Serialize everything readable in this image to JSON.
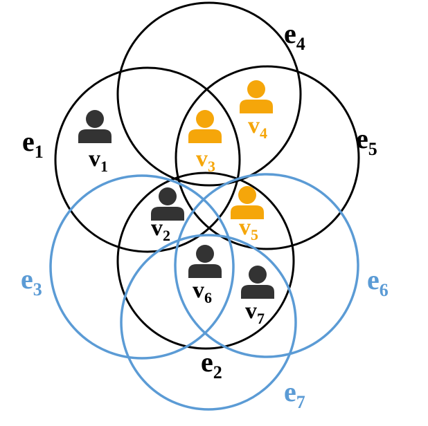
{
  "colors": {
    "black": "#000000",
    "blue": "#5b9bd5",
    "user_dark": "#333333",
    "user_orange": "#f5a60a"
  },
  "hyperedges": [
    {
      "id": "e1",
      "name": "e",
      "sub": "1",
      "color": "black"
    },
    {
      "id": "e2",
      "name": "e",
      "sub": "2",
      "color": "black"
    },
    {
      "id": "e3",
      "name": "e",
      "sub": "3",
      "color": "blue"
    },
    {
      "id": "e4",
      "name": "e",
      "sub": "4",
      "color": "black"
    },
    {
      "id": "e5",
      "name": "e",
      "sub": "5",
      "color": "black"
    },
    {
      "id": "e6",
      "name": "e",
      "sub": "6",
      "color": "blue"
    },
    {
      "id": "e7",
      "name": "e",
      "sub": "7",
      "color": "blue"
    }
  ],
  "vertices": [
    {
      "id": "v1",
      "name": "v",
      "sub": "1",
      "color": "user_dark",
      "icon": "user-icon"
    },
    {
      "id": "v2",
      "name": "v",
      "sub": "2",
      "color": "user_dark",
      "icon": "user-icon"
    },
    {
      "id": "v3",
      "name": "v",
      "sub": "3",
      "color": "user_orange",
      "icon": "user-icon"
    },
    {
      "id": "v4",
      "name": "v",
      "sub": "4",
      "color": "user_orange",
      "icon": "user-icon"
    },
    {
      "id": "v5",
      "name": "v",
      "sub": "5",
      "color": "user_orange",
      "icon": "user-icon"
    },
    {
      "id": "v6",
      "name": "v",
      "sub": "6",
      "color": "user_dark",
      "icon": "user-icon"
    },
    {
      "id": "v7",
      "name": "v",
      "sub": "7",
      "color": "user_dark",
      "icon": "user-icon"
    }
  ]
}
